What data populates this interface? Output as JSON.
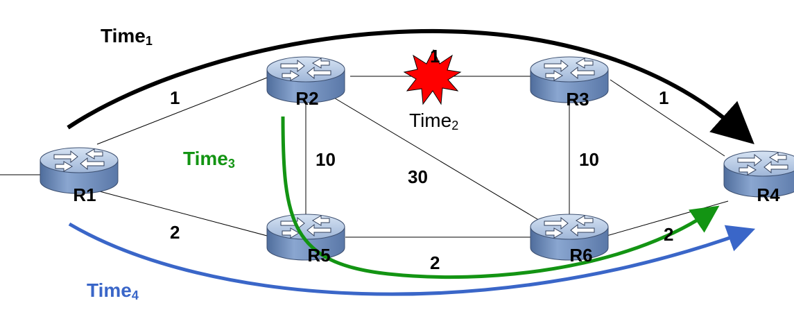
{
  "routers": [
    {
      "id": "r1",
      "label": "R1"
    },
    {
      "id": "r2",
      "label": "R2"
    },
    {
      "id": "r3",
      "label": "R3"
    },
    {
      "id": "r4",
      "label": "R4"
    },
    {
      "id": "r5",
      "label": "R5"
    },
    {
      "id": "r6",
      "label": "R6"
    }
  ],
  "link_costs": {
    "r1_r2": "1",
    "r1_r5": "2",
    "r2_r3": "1",
    "r3_r4": "1",
    "r2_r5": "10",
    "r2_r6": "30",
    "r3_r6": "10",
    "r5_r6": "2",
    "r6_r4": "2"
  },
  "paths": {
    "time1": {
      "base": "Time",
      "sub": "1",
      "color": "#000000"
    },
    "time2": {
      "base": "Time",
      "sub": "2",
      "color": "#000000"
    },
    "time3": {
      "base": "Time",
      "sub": "3",
      "color": "#139413"
    },
    "time4": {
      "base": "Time",
      "sub": "4",
      "color": "#3a66c8"
    }
  },
  "failure_marker": {
    "color": "#ff0000"
  }
}
